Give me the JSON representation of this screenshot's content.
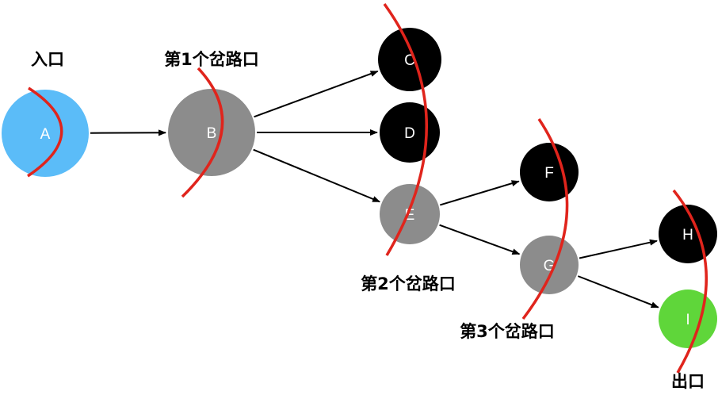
{
  "labels": {
    "entrance": "入口",
    "fork1": "第1个岔路口",
    "fork2": "第2个岔路口",
    "fork3": "第3个岔路口",
    "exit": "出口"
  },
  "nodes": [
    {
      "id": "A",
      "label": "A",
      "color": "#5bbcf8"
    },
    {
      "id": "B",
      "label": "B",
      "color": "#8c8c8c"
    },
    {
      "id": "C",
      "label": "C",
      "color": "#000000"
    },
    {
      "id": "D",
      "label": "D",
      "color": "#000000"
    },
    {
      "id": "E",
      "label": "E",
      "color": "#8c8c8c"
    },
    {
      "id": "F",
      "label": "F",
      "color": "#000000"
    },
    {
      "id": "G",
      "label": "G",
      "color": "#8c8c8c"
    },
    {
      "id": "H",
      "label": "H",
      "color": "#000000"
    },
    {
      "id": "I",
      "label": "I",
      "color": "#5fd63a"
    }
  ],
  "edges": [
    [
      "A",
      "B"
    ],
    [
      "B",
      "C"
    ],
    [
      "B",
      "D"
    ],
    [
      "B",
      "E"
    ],
    [
      "E",
      "F"
    ],
    [
      "E",
      "G"
    ],
    [
      "G",
      "H"
    ],
    [
      "G",
      "I"
    ]
  ],
  "colors": {
    "frontier": "#e0241c",
    "edge": "#000000"
  }
}
